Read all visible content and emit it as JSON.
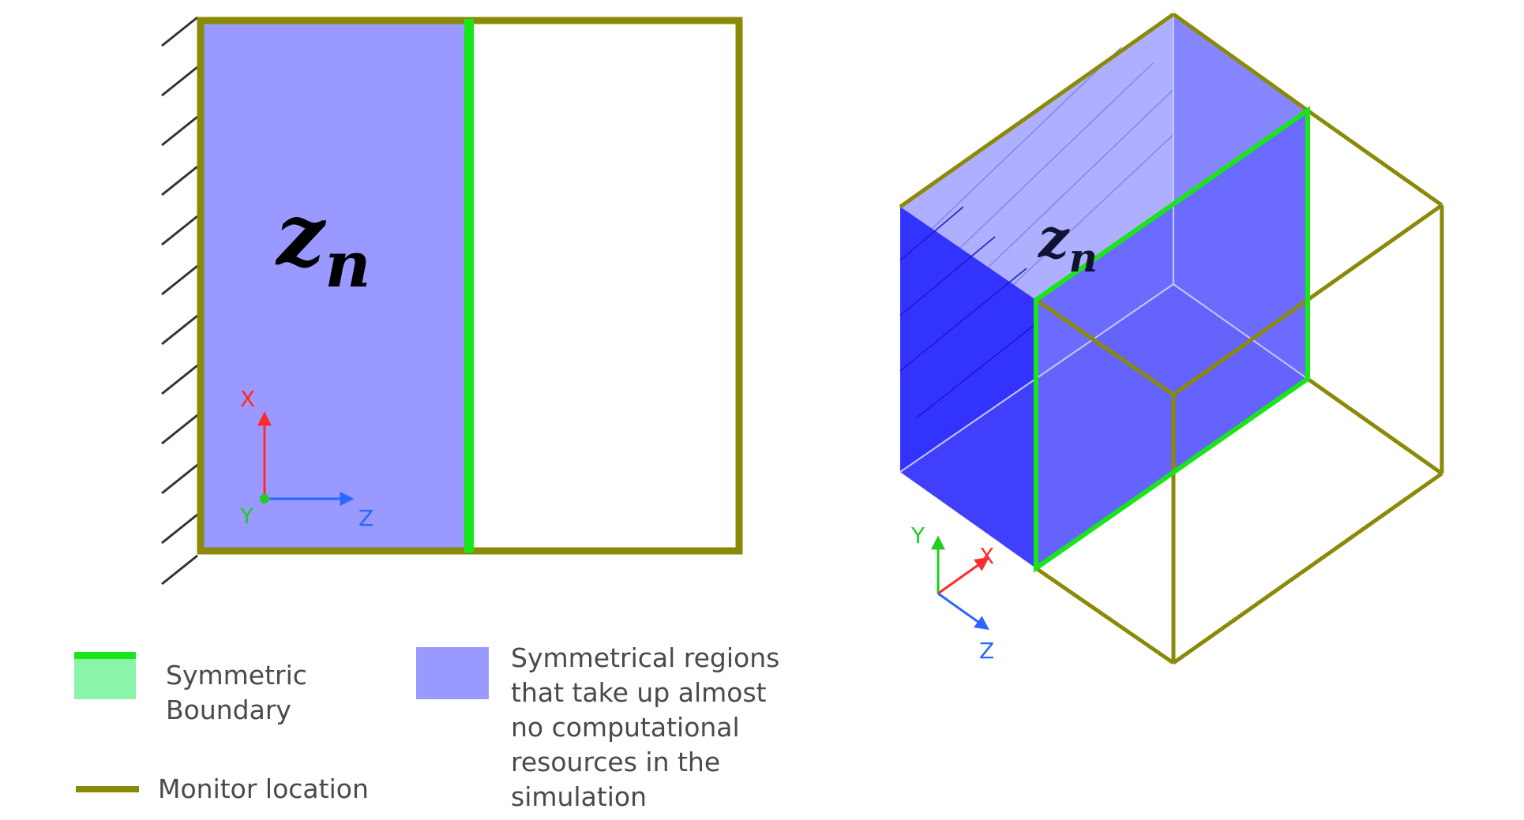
{
  "colors": {
    "monitor": "#8b8a08",
    "symmetric_boundary": "#19e619",
    "symmetric_boundary_fill": "#8af5a9",
    "symmetric_region": "#9999ff",
    "deep_region": "#3333ff",
    "axis_x": "#ff2a2a",
    "axis_y": "#22cc22",
    "axis_z": "#2a66ff"
  },
  "left_view": {
    "variable": "z",
    "variable_subscript": "n",
    "axes": {
      "x": "X",
      "y": "Y",
      "z": "Z"
    }
  },
  "right_view": {
    "variable": "z",
    "variable_subscript": "n",
    "axes": {
      "x": "X",
      "y": "Y",
      "z": "Z"
    }
  },
  "legend": {
    "symmetric_boundary": [
      "Symmetric",
      "Boundary"
    ],
    "symmetric_regions": [
      "Symmetrical regions",
      "that take up almost",
      "no computational",
      "resources in the",
      "simulation"
    ],
    "monitor_location": "Monitor location"
  }
}
